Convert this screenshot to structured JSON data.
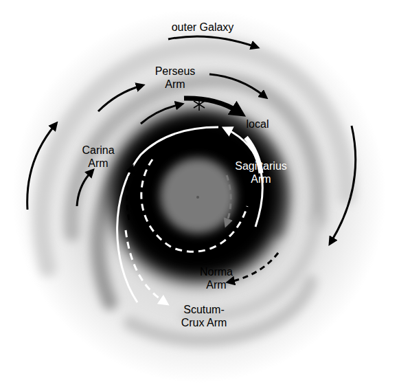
{
  "diagram": {
    "labels": [
      "outer Galaxy",
      "Perseus Arm",
      "local",
      "Carina Arm",
      "Sagittarius Arm",
      "Norma Arm",
      "Scutum-Crux Arm"
    ]
  }
}
